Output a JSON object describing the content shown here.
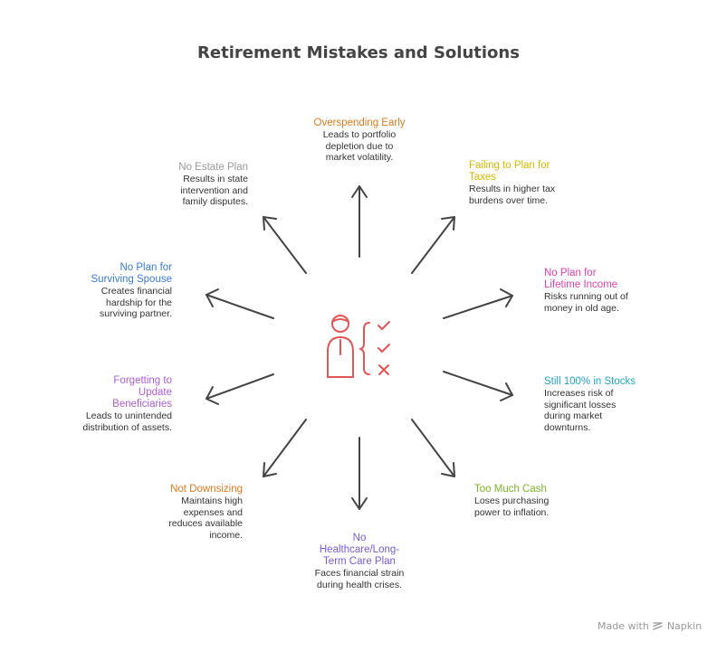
{
  "title": "Retirement Mistakes and Solutions",
  "colors": {
    "overspending": "#E07B20",
    "taxes": "#D9B800",
    "lifetime": "#E040A8",
    "stocks": "#20A4C8",
    "cash": "#7CB32A",
    "healthcare": "#7A5CD9",
    "downsizing": "#E07B20",
    "beneficiaries": "#B05CD9",
    "spouse": "#3A7BD5",
    "estate": "#9A9A9A",
    "icon": "#E05555",
    "arrow": "#444444"
  },
  "items": {
    "overspending": {
      "title": "Overspending Early",
      "desc1": "Leads to portfolio",
      "desc2": "depletion due to",
      "desc3": "market volatility."
    },
    "taxes": {
      "title1": "Failing to Plan for",
      "title2": "Taxes",
      "desc1": "Results in higher tax",
      "desc2": "burdens over time."
    },
    "lifetime": {
      "title1": "No Plan for",
      "title2": "Lifetime Income",
      "desc1": "Risks running out of",
      "desc2": "money in old age."
    },
    "stocks": {
      "title": "Still 100% in Stocks",
      "desc1": "Increases risk of",
      "desc2": "significant losses",
      "desc3": "during market",
      "desc4": "downturns."
    },
    "cash": {
      "title": "Too Much Cash",
      "desc1": "Loses purchasing",
      "desc2": "power to inflation."
    },
    "healthcare": {
      "title1": "No",
      "title2": "Healthcare/Long-",
      "title3": "Term Care Plan",
      "desc1": "Faces financial strain",
      "desc2": "during health crises."
    },
    "downsizing": {
      "title": "Not Downsizing",
      "desc1": "Maintains high",
      "desc2": "expenses and",
      "desc3": "reduces available",
      "desc4": "income."
    },
    "beneficiaries": {
      "title1": "Forgetting to",
      "title2": "Update",
      "title3": "Beneficiaries",
      "desc1": "Leads to unintended",
      "desc2": "distribution of assets."
    },
    "spouse": {
      "title1": "No Plan for",
      "title2": "Surviving Spouse",
      "desc1": "Creates financial",
      "desc2": "hardship for the",
      "desc3": "surviving partner."
    },
    "estate": {
      "title": "No Estate Plan",
      "desc1": "Results in state",
      "desc2": "intervention and",
      "desc3": "family disputes."
    }
  },
  "branding": {
    "made_with": "Made with",
    "brand": "Napkin"
  }
}
